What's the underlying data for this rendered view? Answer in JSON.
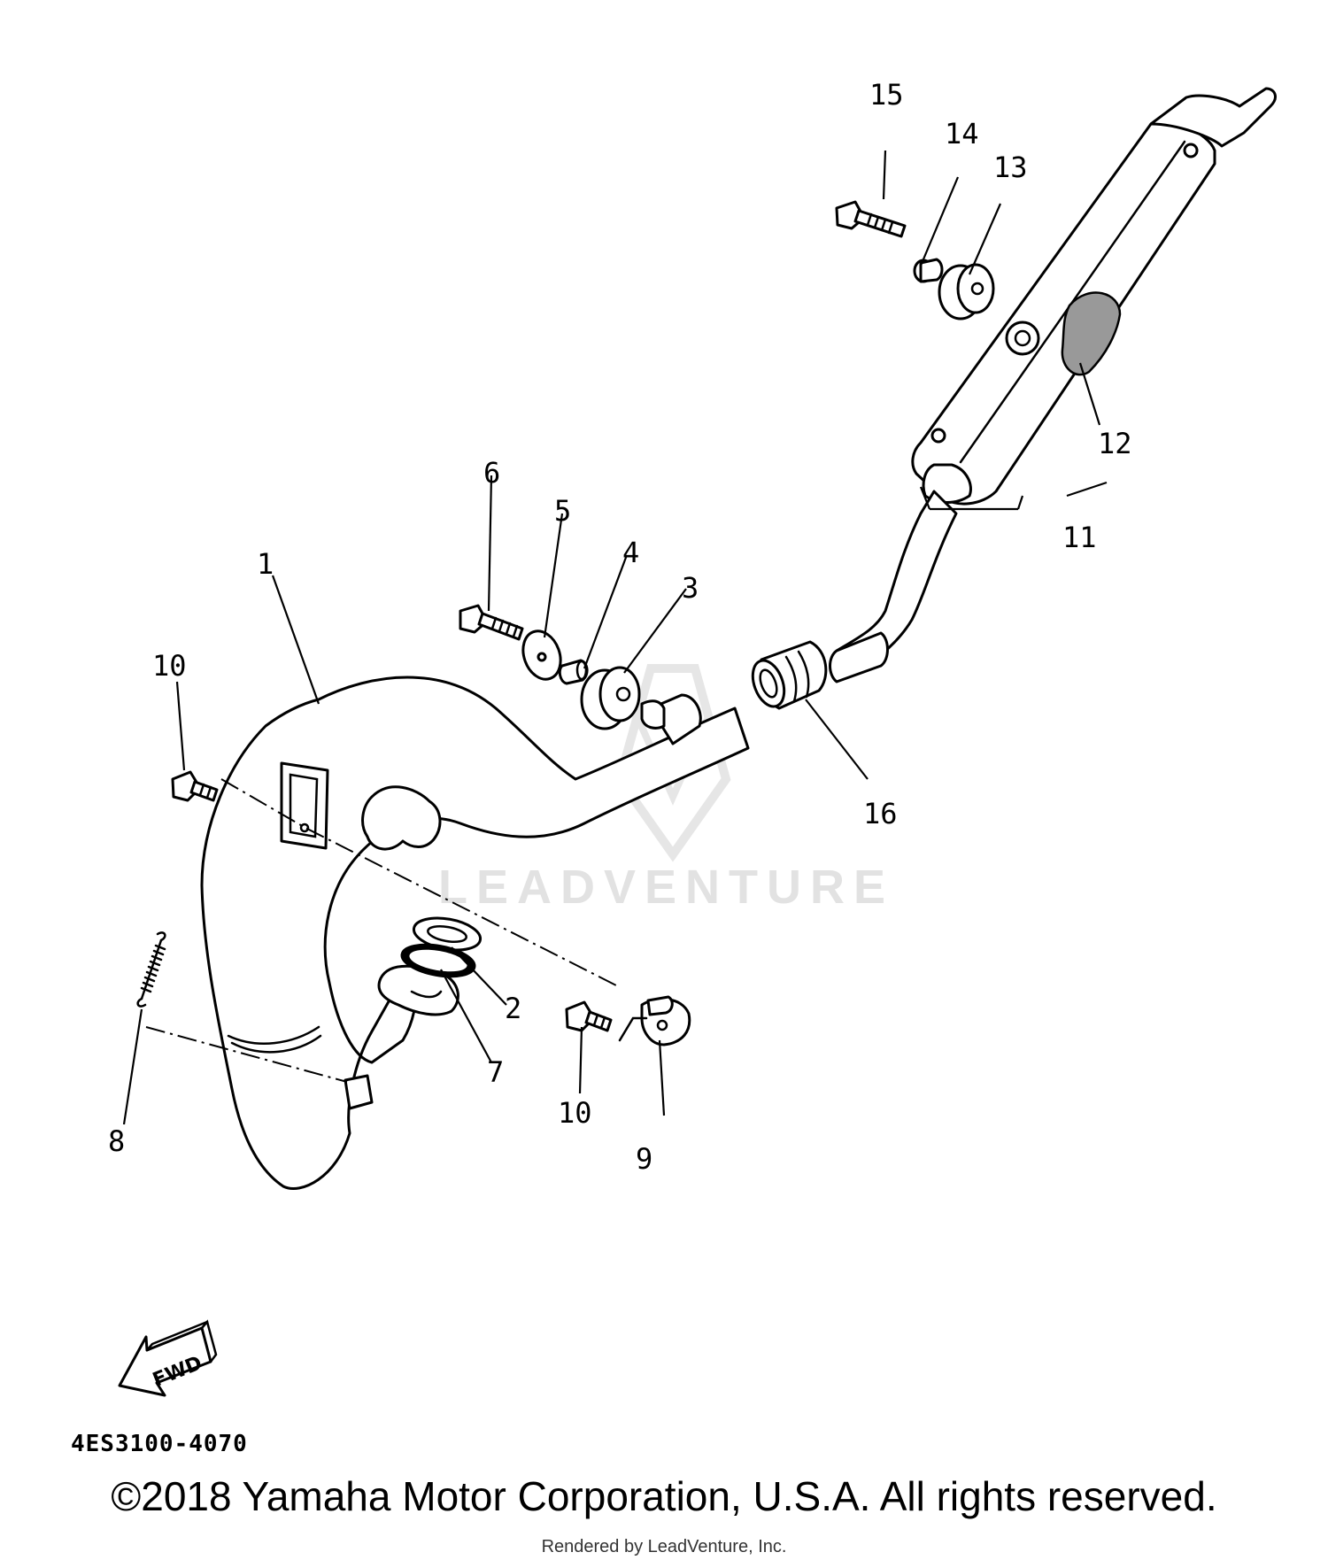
{
  "diagram": {
    "callouts": [
      "1",
      "2",
      "3",
      "4",
      "5",
      "6",
      "7",
      "8",
      "9",
      "10",
      "10",
      "11",
      "12",
      "13",
      "14",
      "15",
      "16"
    ],
    "direction_label": "FWD",
    "diagram_code": "4ES3100-4070"
  },
  "watermark": {
    "brand": "LEADVENTURE"
  },
  "footer": {
    "copyright": "©2018 Yamaha Motor Corporation, U.S.A. All rights reserved.",
    "rendered_by": "Rendered by LeadVenture, Inc."
  }
}
